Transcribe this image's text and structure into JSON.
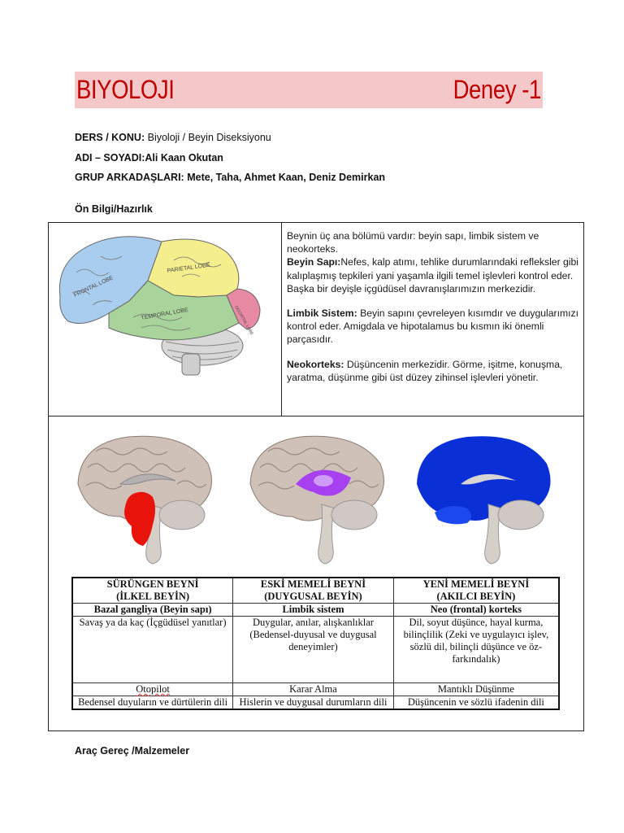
{
  "header": {
    "subject": "BIYOLOJI",
    "experiment": "Deney -1"
  },
  "meta": {
    "course_label": "DERS / KONU:",
    "course_value": "Biyoloji / Beyin Diseksiyonu",
    "name_label": "ADI – SOYADI:",
    "name_value": "Ali Kaan Okutan",
    "group_label": "GRUP ARKADAŞLARI:",
    "group_value": "Mete, Taha, Ahmet Kaan, Deniz Demirkan"
  },
  "sections": {
    "prep": "Ön Bilgi/Hazırlık",
    "tools": "Araç Gereç /Malzemeler"
  },
  "brain_labels": {
    "frontal": "FRONTAL LOBE",
    "parietal": "PARIETAL LOBE",
    "temporal": "TEMPORAL LOBE",
    "occipital": "OCCIPITAL LOBE"
  },
  "info": {
    "intro": "Beynin üç ana bölümü vardır: beyin sapı, limbik sistem ve neokorteks.",
    "stem_label": "Beyin Sapı:",
    "stem_text": "Nefes, kalp atımı, tehlike durumlarındaki refleksler gibi kalıplaşmış tepkileri yani yaşamla ilgili temel işlevleri kontrol eder.",
    "stem_extra": "Başka bir deyişle içgüdüsel davranışlarımızın merkezidir.",
    "limbic_label": "Limbik Sistem:",
    "limbic_text": "Beyin sapını çevreleyen kısımdır ve duygularımızı kontrol eder. Amigdala ve hipotalamus bu kısmın iki önemli parçasıdır.",
    "neo_label": "Neokorteks:",
    "neo_text": "Düşüncenin merkezidir. Görme, işitme, konuşma, yaratma, düşünme gibi üst düzey zihinsel işlevleri yönetir."
  },
  "table": {
    "headers": [
      [
        "SÜRÜNGEN BEYNİ",
        "(İLKEL BEYİN)"
      ],
      [
        "ESKİ MEMELİ BEYNİ",
        "(DUYGUSAL BEYİN)"
      ],
      [
        "YENİ MEMELİ BEYNİ",
        "(AKILCI BEYİN)"
      ]
    ],
    "subheaders": [
      "Bazal gangliya (Beyin sapı)",
      "Limbik sistem",
      "Neo (frontal) korteks"
    ],
    "functions": [
      "Savaş ya da kaç (İçgüdüsel yanıtlar)",
      "Duygular, anılar, alışkanlıklar (Bedensel-duyusal ve duygusal deneyimler)",
      "Dil, soyut düşünce, hayal kurma, bilinçlilik (Zeki ve uygulayıcı işlev, sözlü dil, bilinçli düşünce ve öz-farkındalık)"
    ],
    "modes": [
      "Otopilot",
      "Karar Alma",
      "Mantıklı Düşünme"
    ],
    "languages": [
      "Bedensel duyuların ve dürtülerin dili",
      "Hislerin ve duygusal durumların dili",
      "Düşüncenin ve sözlü ifadenin dili"
    ]
  },
  "colors": {
    "header_band": "#f4c7c9",
    "header_text": "#c00000",
    "reptile": "#e8140c",
    "limbic": "#a640f0",
    "neocortex": "#0a2fd6"
  }
}
